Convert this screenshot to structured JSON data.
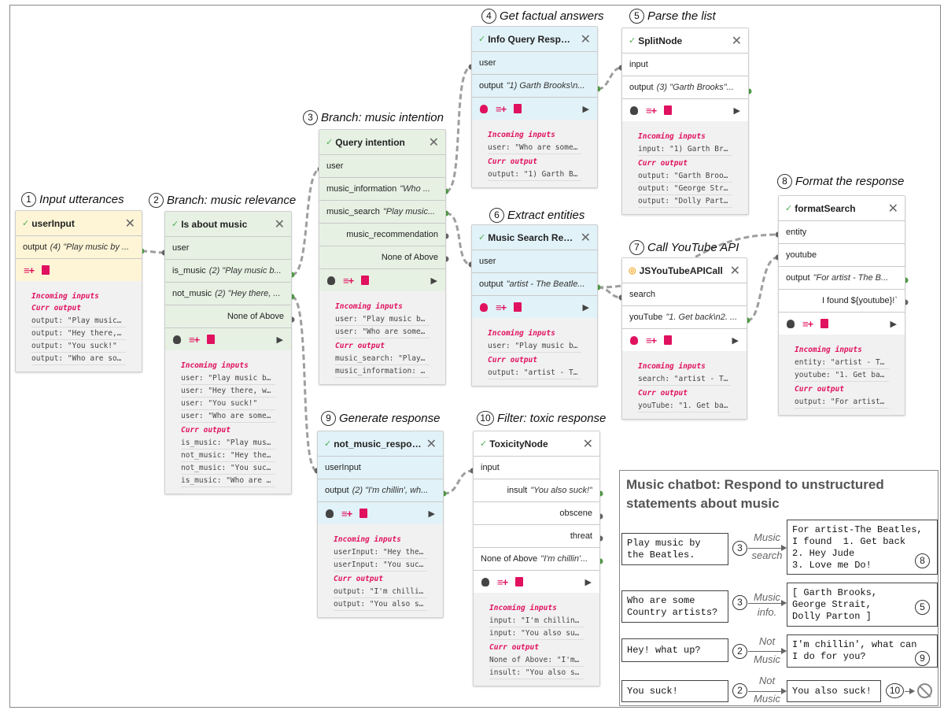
{
  "steps": {
    "s1": {
      "num": "1",
      "label": "Input utterances"
    },
    "s2": {
      "num": "2",
      "label": "Branch: music relevance"
    },
    "s3": {
      "num": "3",
      "label": "Branch: music intention"
    },
    "s4": {
      "num": "4",
      "label": "Get factual answers"
    },
    "s5": {
      "num": "5",
      "label": "Parse the list"
    },
    "s6": {
      "num": "6",
      "label": "Extract entities"
    },
    "s7": {
      "num": "7",
      "label": "Call YouTube API"
    },
    "s8": {
      "num": "8",
      "label": "Format the response"
    },
    "s9": {
      "num": "9",
      "label": "Generate response"
    },
    "s10": {
      "num": "10",
      "label": "Filter: toxic response"
    }
  },
  "nodes": {
    "userInput": {
      "title": "userInput",
      "ports": [
        {
          "name": "output",
          "value": "(4) \"Play music by ..."
        }
      ],
      "incoming_header": "Incoming inputs",
      "output_header": "Curr output",
      "incoming": [],
      "outputs": [
        "output: \"Play music…",
        "output: \"Hey there,…",
        "output: \"You suck!\"",
        "output: \"Who are so…"
      ]
    },
    "isAboutMusic": {
      "title": "Is about music",
      "ports": [
        {
          "name": "user",
          "value": ""
        },
        {
          "name": "is_music",
          "value": "(2) \"Play music b..."
        },
        {
          "name": "not_music",
          "value": "(2) \"Hey there, ..."
        },
        {
          "name": "None of Above",
          "value": ""
        }
      ],
      "incoming_header": "Incoming inputs",
      "output_header": "Curr output",
      "incoming": [
        "user: \"Play music b…",
        "user: \"Hey there, w…",
        "user: \"You suck!\"",
        "user: \"Who are some…"
      ],
      "outputs": [
        "is_music: \"Play mus…",
        "not_music: \"Hey the…",
        "not_music: \"You suc…",
        "is_music: \"Who are …"
      ]
    },
    "queryIntention": {
      "title": "Query intention",
      "ports": [
        {
          "name": "user",
          "value": ""
        },
        {
          "name": "music_information",
          "value": "\"Who ..."
        },
        {
          "name": "music_search",
          "value": "\"Play music..."
        },
        {
          "name": "music_recommendation",
          "value": ""
        },
        {
          "name": "None of Above",
          "value": ""
        }
      ],
      "incoming_header": "Incoming inputs",
      "output_header": "Curr output",
      "incoming": [
        "user: \"Play music b…",
        "user: \"Who are some…"
      ],
      "outputs": [
        "music_search: \"Play…",
        "music_information: …"
      ]
    },
    "infoQuery": {
      "title": "Info Query Resp…",
      "ports": [
        {
          "name": "user",
          "value": ""
        },
        {
          "name": "output",
          "value": "\"1) Garth Brooks\\n..."
        }
      ],
      "incoming_header": "Incoming inputs",
      "output_header": "Curr output",
      "incoming": [
        "user: \"Who are some…"
      ],
      "outputs": [
        "output: \"1) Garth B…"
      ]
    },
    "splitNode": {
      "title": "SplitNode",
      "ports": [
        {
          "name": "input",
          "value": ""
        },
        {
          "name": "output",
          "value": "(3) \"Garth Brooks\"..."
        }
      ],
      "incoming_header": "Incoming inputs",
      "output_header": "Curr output",
      "incoming": [
        "input: \"1) Garth Br…"
      ],
      "outputs": [
        "output: \"Garth Broo…",
        "output: \"George Str…",
        "output: \"Dolly Part…"
      ]
    },
    "musicSearch": {
      "title": "Music Search Re…",
      "ports": [
        {
          "name": "user",
          "value": ""
        },
        {
          "name": "output",
          "value": "\"artist - The Beatle..."
        }
      ],
      "incoming_header": "Incoming inputs",
      "output_header": "Curr output",
      "incoming": [
        "user: \"Play music b…"
      ],
      "outputs": [
        "output: \"artist - T…"
      ]
    },
    "youtube": {
      "title": "JSYouTubeAPICall",
      "ports": [
        {
          "name": "search",
          "value": ""
        },
        {
          "name": "youTube",
          "value": "\"1. Get back\\n2. ..."
        }
      ],
      "incoming_header": "Incoming inputs",
      "output_header": "Curr output",
      "incoming": [
        "search: \"artist - T…"
      ],
      "outputs": [
        "youTube: \"1. Get ba…"
      ]
    },
    "formatSearch": {
      "title": "formatSearch",
      "ports": [
        {
          "name": "entity",
          "value": ""
        },
        {
          "name": "youtube",
          "value": ""
        },
        {
          "name": "output",
          "value": "\"For artist - The B..."
        },
        {
          "name": "I found ${youtube}!`",
          "value": ""
        }
      ],
      "incoming_header": "Incoming inputs",
      "output_header": "Curr output",
      "incoming": [
        "entity: \"artist - T…",
        "youtube: \"1. Get ba…"
      ],
      "outputs": [
        "output: \"For artist…"
      ]
    },
    "notMusic": {
      "title": "not_music_respo…",
      "ports": [
        {
          "name": "userInput",
          "value": ""
        },
        {
          "name": "output",
          "value": "(2) \"I'm chillin', wh..."
        }
      ],
      "incoming_header": "Incoming inputs",
      "output_header": "Curr output",
      "incoming": [
        "userInput: \"Hey the…",
        "userInput: \"You suc…"
      ],
      "outputs": [
        "output: \"I'm chilli…",
        "output: \"You also s…"
      ]
    },
    "toxicity": {
      "title": "ToxicityNode",
      "ports": [
        {
          "name": "input",
          "value": ""
        },
        {
          "name": "insult",
          "value": "\"You also suck!\""
        },
        {
          "name": "obscene",
          "value": ""
        },
        {
          "name": "threat",
          "value": ""
        },
        {
          "name": "None of Above",
          "value": "\"I'm chillin'..."
        }
      ],
      "incoming_header": "Incoming inputs",
      "output_header": "Curr output",
      "incoming": [
        "input: \"I'm chillin…",
        "input: \"You also su…"
      ],
      "outputs": [
        "None of Above: \"I'm…",
        "insult: \"You also s…"
      ]
    }
  },
  "chatbot": {
    "title": "Music chatbot: Respond to unstructured statements about music",
    "rows": [
      {
        "user": "Play music by\nthe Beatles.",
        "step": "3",
        "edge_top": "Music",
        "edge_bottom": "search",
        "response": "For artist-The Beatles,\nI found  1. Get back\n2. Hey Jude\n3. Love me Do!",
        "end_step": "8"
      },
      {
        "user": "Who are some\nCountry artists?",
        "step": "3",
        "edge_top": "Music",
        "edge_bottom": "info.",
        "response": "[ Garth Brooks,\nGeorge Strait,\nDolly Parton ]",
        "end_step": "5"
      },
      {
        "user": "Hey! what up?",
        "step": "2",
        "edge_top": "Not",
        "edge_bottom": "Music",
        "response": "I'm chillin', what can\nI do for you?",
        "end_step": "9"
      },
      {
        "user": "You suck!",
        "step": "2",
        "edge_top": "Not",
        "edge_bottom": "Music",
        "response": "You also suck!",
        "end_step": "10"
      }
    ]
  },
  "icons": {
    "check": "check-icon",
    "close": "close-icon",
    "bug": "bug-icon",
    "add_list": "playlist-add-icon",
    "book": "book-icon",
    "play": "play-icon",
    "warning": "warning-icon",
    "ban": "ban-icon"
  },
  "colors": {
    "yellow_node": "#fdf5d6",
    "green_node": "#e6f1e3",
    "blue_node": "#e1f2f8",
    "accent": "#e0115f",
    "port_green": "#4f9b46"
  }
}
